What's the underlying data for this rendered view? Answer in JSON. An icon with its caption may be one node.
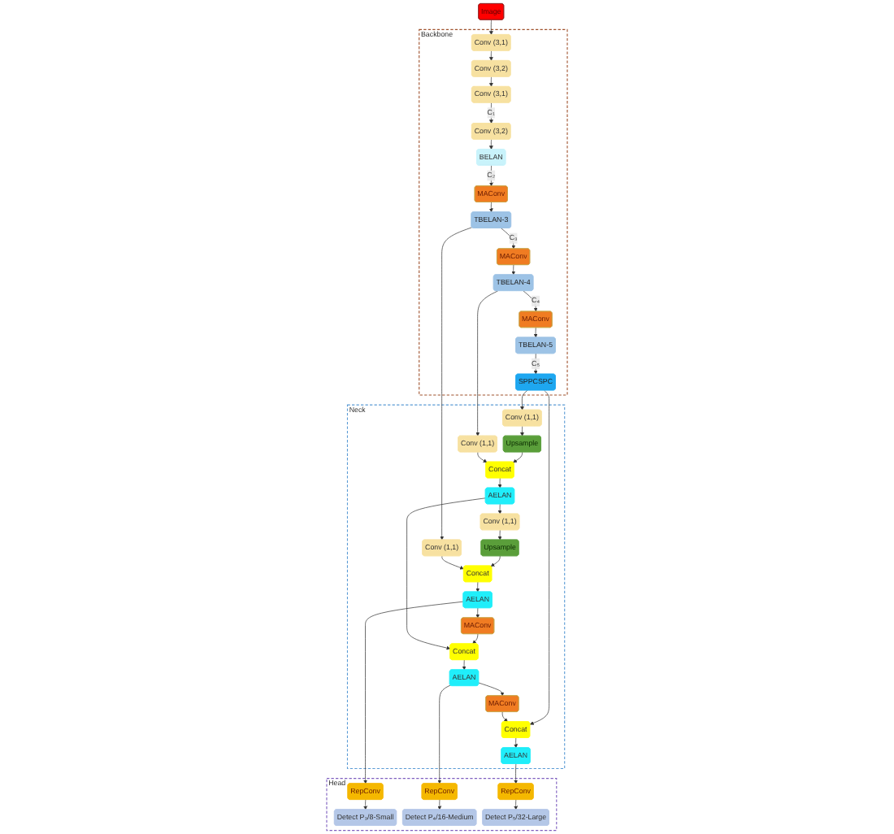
{
  "diagram": {
    "nodes": [
      {
        "text": [
          "Backbone"
        ]
      },
      {
        "text": [
          "Neck"
        ]
      },
      {
        "text": [
          "Head"
        ]
      },
      {
        "text": [
          "Image"
        ]
      },
      {
        "text": [
          "Conv (3,1)"
        ],
        "in": 0
      },
      {
        "text": [
          "Conv (3,2)"
        ],
        "in": 0
      },
      {
        "text": [
          "Conv (3,1)"
        ],
        "in": 0
      },
      {
        "text": [
          "Conv (3,2)"
        ],
        "in": 0
      },
      {
        "text": [
          "BELAN"
        ],
        "in": 0
      },
      {
        "text": [
          "MAConv"
        ],
        "in": 0
      },
      {
        "text": [
          "TBELAN-3"
        ],
        "in": 0
      },
      {
        "text": [
          "MAConv"
        ],
        "in": 0
      },
      {
        "text": [
          "TBELAN-4"
        ],
        "in": 0
      },
      {
        "text": [
          "MAConv"
        ],
        "in": 0
      },
      {
        "text": [
          "TBELAN-5"
        ],
        "in": 0
      },
      {
        "text": [
          "SPPCSPC"
        ],
        "in": 0
      },
      {
        "text": [
          "Conv (1,1)"
        ],
        "in": 1
      },
      {
        "text": [
          "Conv (1,1)"
        ],
        "in": 1
      },
      {
        "text": [
          "AELAN"
        ],
        "in": 1
      },
      {
        "text": [
          "Concat"
        ],
        "in": 1
      },
      {
        "text": [
          "Upsample"
        ],
        "in": 1
      },
      {
        "text": [
          "Conv (1,1)"
        ],
        "in": 1
      },
      {
        "text": [
          "AELAN"
        ],
        "in": 1
      },
      {
        "text": [
          "Concat"
        ],
        "in": 1
      },
      {
        "text": [
          "Upsample"
        ],
        "in": 1
      },
      {
        "text": [
          "Conv (1,1)"
        ],
        "in": 1
      },
      {
        "text": [
          "MAConv"
        ],
        "in": 1
      },
      {
        "text": [
          "Concat"
        ],
        "in": 1
      },
      {
        "text": [
          "AELAN"
        ],
        "in": 1
      },
      {
        "text": [
          "MAConv"
        ],
        "in": 1
      },
      {
        "text": [
          "Concat"
        ],
        "in": 1
      },
      {
        "text": [
          "AELAN"
        ],
        "in": 1
      },
      {
        "text": [
          "RepConv"
        ],
        "in": 2
      },
      {
        "text": [
          "Detect P₃/8-Small"
        ],
        "in": 2
      },
      {
        "text": [
          "RepConv"
        ],
        "in": 2
      },
      {
        "text": [
          "Detect P₄/16-Medium"
        ],
        "in": 2
      },
      {
        "text": [
          "RepConv"
        ],
        "in": 2
      },
      {
        "text": [
          "Detect P₅/32-Large"
        ],
        "in": 2
      }
    ],
    "edges": [
      {
        "from": 3,
        "to": 4,
        "arrow": "to"
      },
      {
        "from": 4,
        "to": 5,
        "arrow": "to"
      },
      {
        "from": 5,
        "to": 6,
        "arrow": "to"
      },
      {
        "from": 6,
        "to": 7,
        "arrow": "to",
        "label": "C₁"
      },
      {
        "from": 7,
        "to": 8,
        "arrow": "to"
      },
      {
        "from": 8,
        "to": 9,
        "arrow": "to",
        "label": "C₂"
      },
      {
        "from": 9,
        "to": 10,
        "arrow": "to"
      },
      {
        "from": 10,
        "to": 11,
        "arrow": "to",
        "label": "C₃"
      },
      {
        "from": 11,
        "to": 12,
        "arrow": "to"
      },
      {
        "from": 12,
        "to": 13,
        "arrow": "to",
        "label": "C₄"
      },
      {
        "from": 13,
        "to": 14,
        "arrow": "to"
      },
      {
        "from": 14,
        "to": 15,
        "arrow": "to",
        "label": "C₅"
      },
      {
        "from": 10,
        "to": 16,
        "arrow": "to"
      },
      {
        "from": 12,
        "to": 17,
        "arrow": "to"
      },
      {
        "from": 15,
        "to": 25,
        "arrow": "to"
      },
      {
        "from": 15,
        "to": 30,
        "arrow": "to"
      },
      {
        "from": 25,
        "to": 24,
        "arrow": "to"
      },
      {
        "from": 24,
        "to": 23,
        "arrow": "to"
      },
      {
        "from": 17,
        "to": 23,
        "arrow": "to"
      },
      {
        "from": 23,
        "to": 22,
        "arrow": "to"
      },
      {
        "from": 22,
        "to": 21,
        "arrow": "to"
      },
      {
        "from": 21,
        "to": 20,
        "arrow": "to"
      },
      {
        "from": 20,
        "to": 19,
        "arrow": "to"
      },
      {
        "from": 16,
        "to": 19,
        "arrow": "to"
      },
      {
        "from": 19,
        "to": 18,
        "arrow": "to"
      },
      {
        "from": 18,
        "to": 26,
        "arrow": "to"
      },
      {
        "from": 18,
        "to": 32,
        "arrow": "to"
      },
      {
        "from": 26,
        "to": 27,
        "arrow": "to"
      },
      {
        "from": 22,
        "to": 27,
        "arrow": "to"
      },
      {
        "from": 27,
        "to": 28,
        "arrow": "to"
      },
      {
        "from": 28,
        "to": 29,
        "arrow": "to"
      },
      {
        "from": 28,
        "to": 34,
        "arrow": "to"
      },
      {
        "from": 29,
        "to": 30,
        "arrow": "to"
      },
      {
        "from": 30,
        "to": 31,
        "arrow": "to"
      },
      {
        "from": 31,
        "to": 36,
        "arrow": "to"
      },
      {
        "from": 32,
        "to": 33,
        "arrow": "to"
      },
      {
        "from": 34,
        "to": 35,
        "arrow": "to"
      },
      {
        "from": 36,
        "to": 37,
        "arrow": "to"
      }
    ]
  }
}
